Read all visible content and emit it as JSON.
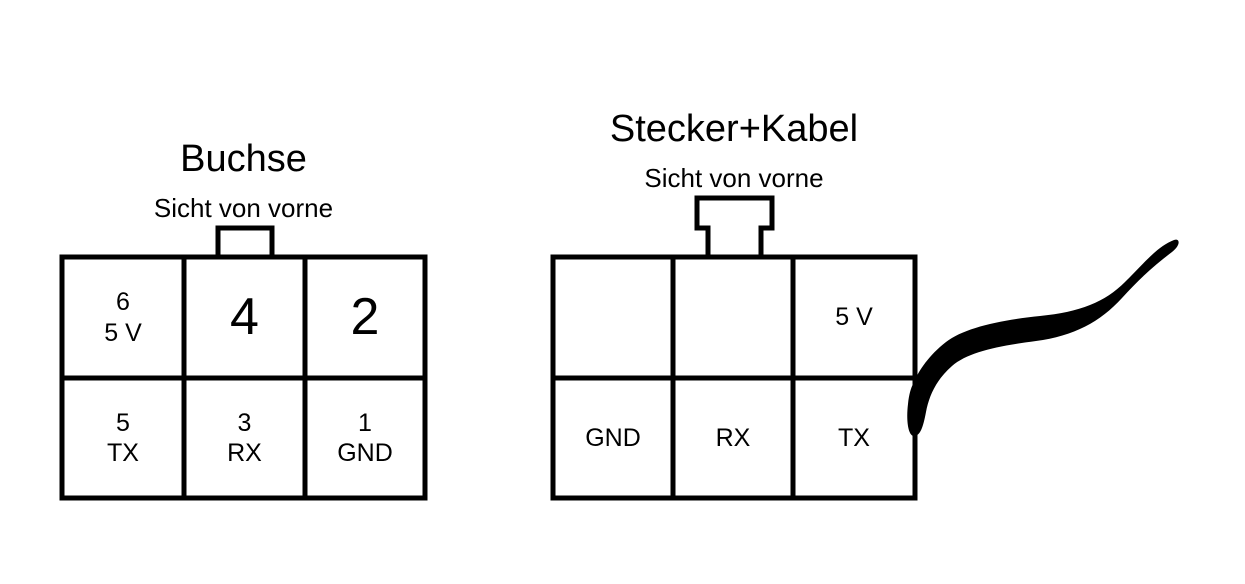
{
  "diagram": {
    "type": "connector-pinout",
    "background_color": "#ffffff",
    "line_color": "#000000",
    "cable_color": "#000000"
  },
  "connectors": [
    {
      "id": "socket",
      "title": "Buchse",
      "subtitle": "Sicht von vorne",
      "has_cable": false,
      "notch": "single-rectangle",
      "rows": [
        {
          "row": "top",
          "cells": [
            {
              "pin": "6",
              "signal": "5 V",
              "emphasis": "small"
            },
            {
              "pin": "4",
              "signal": "",
              "emphasis": "large"
            },
            {
              "pin": "2",
              "signal": "",
              "emphasis": "large"
            }
          ]
        },
        {
          "row": "bottom",
          "cells": [
            {
              "pin": "5",
              "signal": "TX",
              "emphasis": "small"
            },
            {
              "pin": "3",
              "signal": "RX",
              "emphasis": "small"
            },
            {
              "pin": "1",
              "signal": "GND",
              "emphasis": "small"
            }
          ]
        }
      ]
    },
    {
      "id": "plug",
      "title": "Stecker+Kabel",
      "subtitle": "Sicht von vorne",
      "has_cable": true,
      "notch": "stepped-rectangle",
      "rows": [
        {
          "row": "top",
          "cells": [
            {
              "pin": "",
              "signal": "",
              "emphasis": "small"
            },
            {
              "pin": "",
              "signal": "",
              "emphasis": "small"
            },
            {
              "pin": "",
              "signal": "5 V",
              "emphasis": "small"
            }
          ]
        },
        {
          "row": "bottom",
          "cells": [
            {
              "pin": "",
              "signal": "GND",
              "emphasis": "small"
            },
            {
              "pin": "",
              "signal": "RX",
              "emphasis": "small"
            },
            {
              "pin": "",
              "signal": "TX",
              "emphasis": "small"
            }
          ]
        }
      ]
    }
  ]
}
